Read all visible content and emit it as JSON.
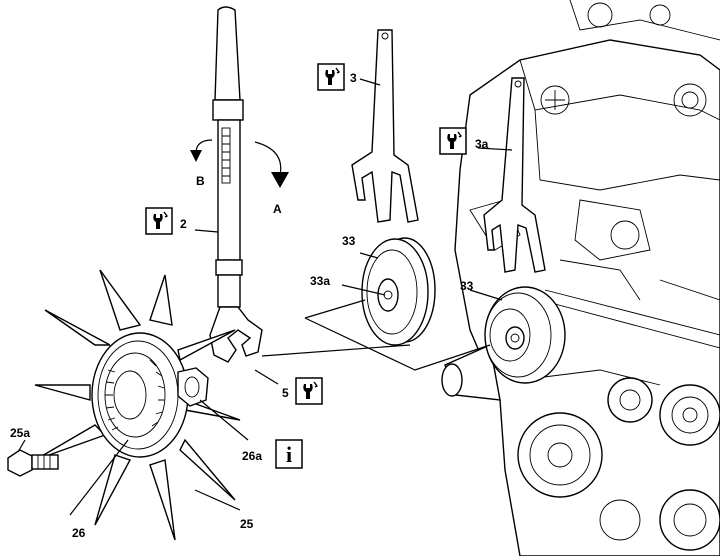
{
  "labels": {
    "arrow_a": "A",
    "arrow_b": "B",
    "wrench_2": "2",
    "wrench_3": "3",
    "wrench_3a": "3a",
    "pulley_33_left": "33",
    "pulley_33a": "33a",
    "pulley_33_right": "33",
    "wrench_5": "5",
    "bolt_25a": "25a",
    "clutch_26": "26",
    "nut_26a": "26a",
    "fan_25": "25"
  },
  "icons": {
    "special_tool": "wrench-box-icon",
    "info": "info-box-icon"
  },
  "info_glyph": "i"
}
